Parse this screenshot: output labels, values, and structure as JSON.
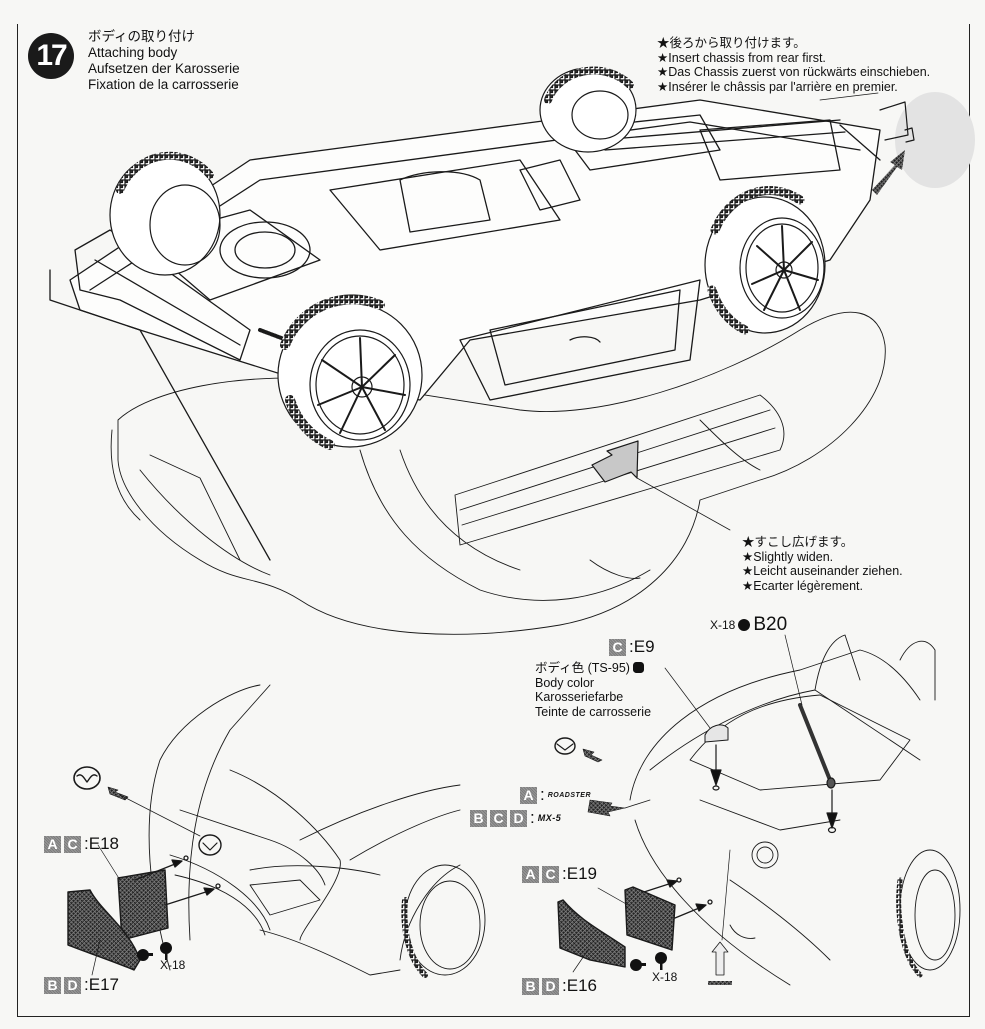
{
  "step": {
    "number": "17",
    "title_ja": "ボディの取り付け",
    "title_en": "Attaching body",
    "title_de": "Aufsetzen der Karosserie",
    "title_fr": "Fixation de la carrosserie"
  },
  "notes": {
    "rear_first": {
      "ja": "後ろから取り付けます。",
      "en": "Insert chassis from rear first.",
      "de": "Das Chassis zuerst von rückwärts einschieben.",
      "fr": "Insérer le châssis par l'arrière en premier."
    },
    "widen": {
      "ja": "すこし広げます。",
      "en": "Slightly widen.",
      "de": "Leicht auseinander ziehen.",
      "fr": "Ecarter légèrement."
    }
  },
  "parts": {
    "antenna": {
      "cement": "X-18",
      "part": "B20"
    },
    "shark_fin": {
      "versions": [
        "C"
      ],
      "part": "E9"
    },
    "body_color": {
      "ja": "ボディ色 (TS-95)",
      "en": "Body color",
      "de": "Karosseriefarbe",
      "fr": "Teinte de carrosserie"
    },
    "rear_emblem": [
      {
        "versions": [
          "A"
        ],
        "label": "ROADSTER"
      },
      {
        "versions": [
          "B",
          "C",
          "D"
        ],
        "label": "MX-5"
      }
    ],
    "front_plate_upper": {
      "versions": [
        "A",
        "C"
      ],
      "part": "E18"
    },
    "front_plate_lower": {
      "versions": [
        "B",
        "D"
      ],
      "part": "E17"
    },
    "rear_plate_upper": {
      "versions": [
        "A",
        "C"
      ],
      "part": "E19"
    },
    "rear_plate_lower": {
      "versions": [
        "B",
        "D"
      ],
      "part": "E16"
    },
    "cement_front": "X-18",
    "cement_rear": "X-18"
  },
  "colors": {
    "ink": "#111111",
    "badge": "#1a1a1a",
    "version_box": "#8a8a8a",
    "arrow_fill": "#c8c8c8",
    "paper": "#f7f7f5"
  }
}
